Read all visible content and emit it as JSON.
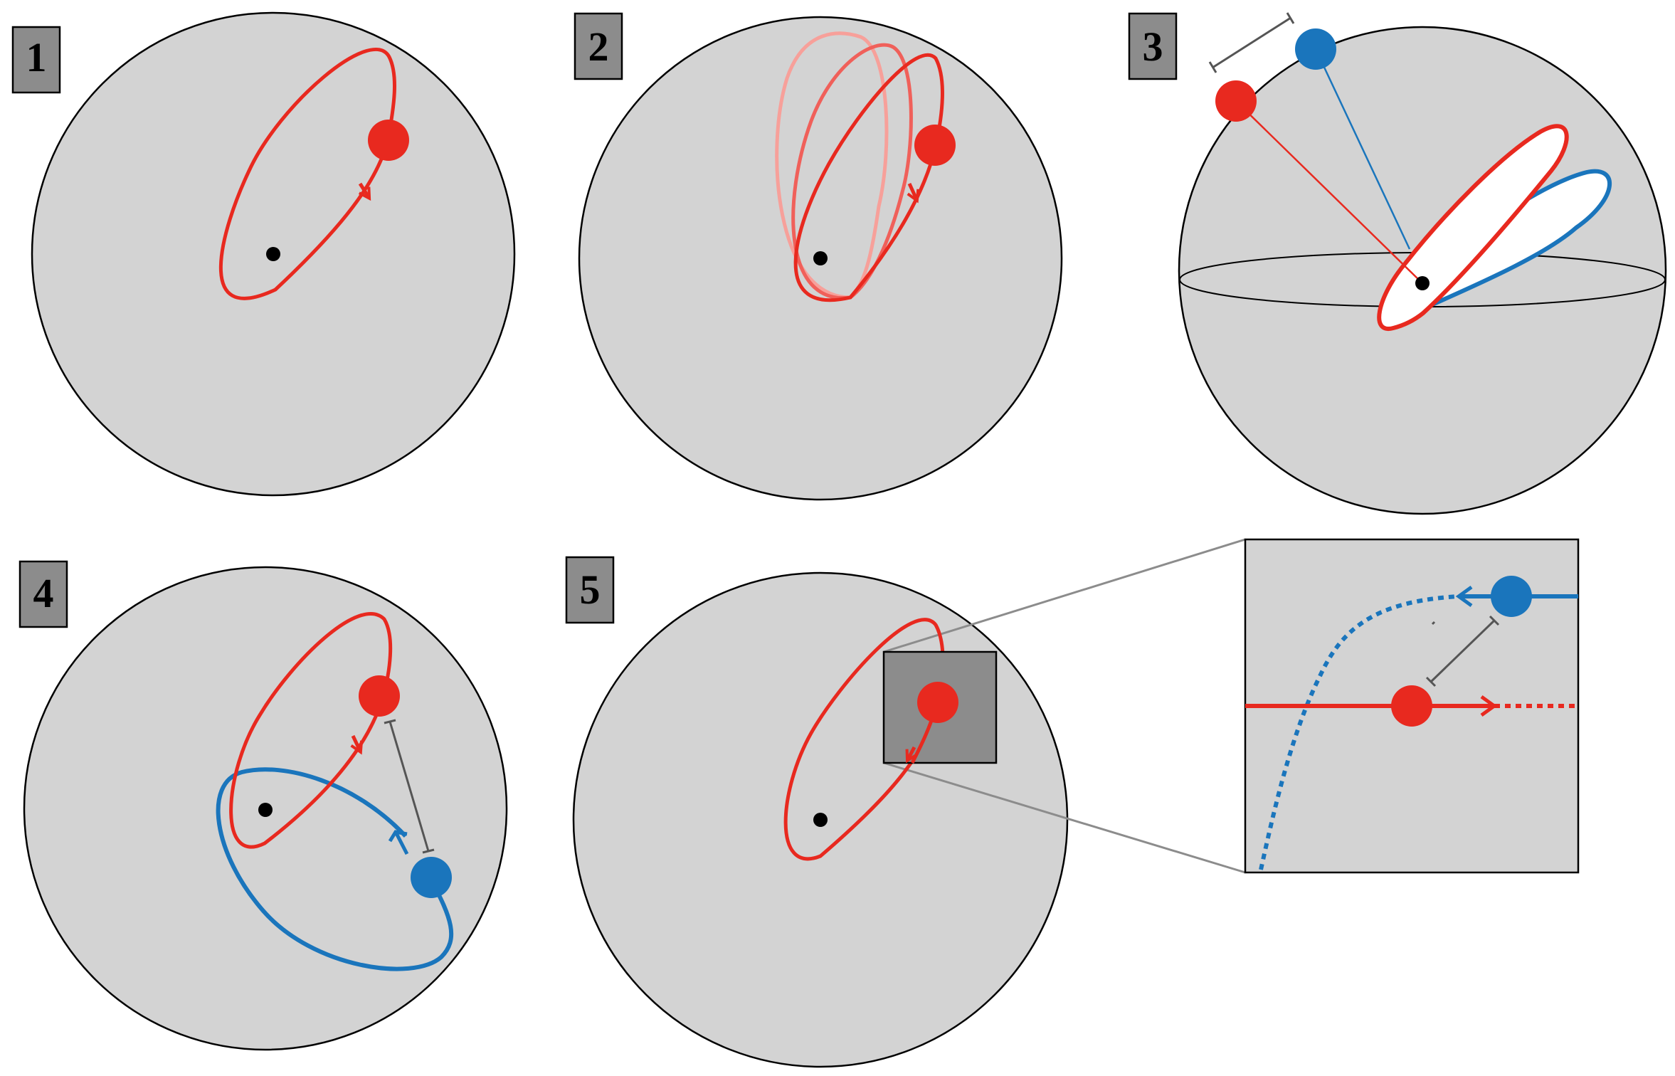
{
  "figure": {
    "panels": [
      {
        "id": "1",
        "label": "1"
      },
      {
        "id": "2",
        "label": "2"
      },
      {
        "id": "3",
        "label": "3"
      },
      {
        "id": "4",
        "label": "4"
      },
      {
        "id": "5",
        "label": "5"
      }
    ]
  },
  "colors": {
    "sphere_fill": "#d3d3d3",
    "outline": "#000000",
    "label_box": "#8c8c8c",
    "red_orbit": "#e8291f",
    "red_faded": "#f0605a",
    "red_faint": "#f7a09a",
    "blue_orbit": "#1a75bc",
    "connector": "#555555",
    "zoom_box": "#8c8c8c",
    "zoom_lines": "#8c8c8c",
    "central_body": "#000000"
  }
}
